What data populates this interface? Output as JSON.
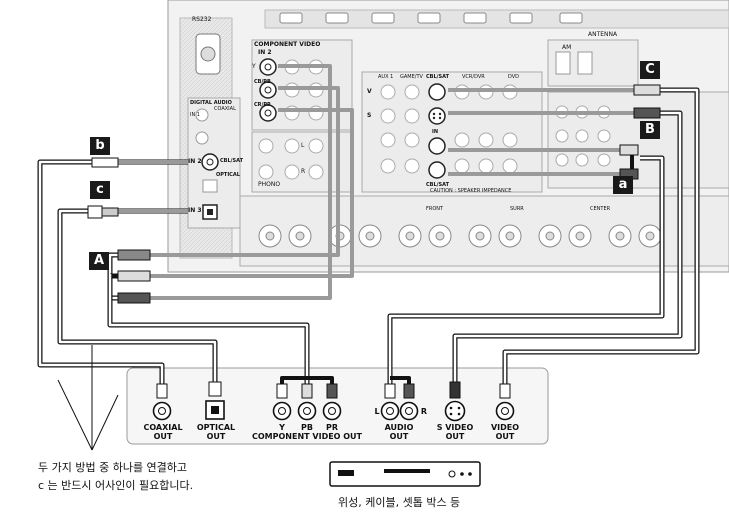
{
  "receiver": {
    "component_video": "COMPONENT VIDEO",
    "in2": "IN 2",
    "y": "Y",
    "cb": "CB/PB",
    "cr": "CR/PR",
    "digital_audio": "DIGITAL AUDIO",
    "coaxial": "COAXIAL",
    "optical": "OPTICAL",
    "in1": "IN 1",
    "in3": "IN 3",
    "cbl_sat": "CBL/SAT",
    "in": "IN",
    "phono": "PHONO",
    "antenna": "ANTENNA",
    "am": "AM",
    "caution": "CAUTION : SPEAKER IMPEDANCE",
    "front": "FRONT",
    "center": "CENTER",
    "surr": "SURR",
    "aux1": "AUX 1",
    "game_tv": "GAME/TV",
    "vcr_dvr": "VCR/DVR",
    "dvd": "DVD",
    "rs232": "RS232",
    "l": "L",
    "r": "R",
    "v": "V",
    "s": "S"
  },
  "badges": {
    "A": "A",
    "B": "B",
    "C": "C",
    "a": "a",
    "b": "b",
    "c": "c"
  },
  "source_panel": {
    "coaxial_out": "COAXIAL\nOUT",
    "optical_out": "OPTICAL\nOUT",
    "y": "Y",
    "pb": "PB",
    "pr": "PR",
    "component_video_out": "COMPONENT VIDEO OUT",
    "audio_out": "AUDIO\nOUT",
    "audio_l": "L",
    "audio_r": "R",
    "s_video_out": "S VIDEO\nOUT",
    "video_out": "VIDEO\nOUT"
  },
  "notes": {
    "line1": "두 가지 방법 중 하나를 연결하고",
    "line2": "c 는 반드시 어사인이 필요합니다.",
    "device_caption": "위성, 케이블, 셋톱 박스 등"
  },
  "colors": {
    "cable": "#9a9a9a",
    "line": "#111111",
    "panel": "#f4f4f4"
  }
}
